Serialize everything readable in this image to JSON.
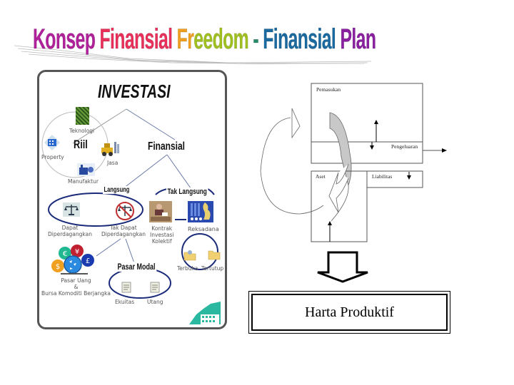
{
  "title": {
    "text": "Konsep Finansial Freedom - Finansial Plan",
    "segments": [
      {
        "text": "Konsep ",
        "color": "#b0209a"
      },
      {
        "text": "Finansial ",
        "color": "#e8305a"
      },
      {
        "text": "Fr",
        "color": "#f0a020"
      },
      {
        "text": "eedom ",
        "color": "#a0c020"
      },
      {
        "text": "- ",
        "color": "#2a8a6a"
      },
      {
        "text": "Finansial ",
        "color": "#1a6aa0"
      },
      {
        "text": "Plan",
        "color": "#8a20a0"
      }
    ]
  },
  "investasi": {
    "title": "INVESTASI",
    "riil": {
      "label": "Riil",
      "items": [
        "Teknologi",
        "Property",
        "Jasa",
        "Manufaktur"
      ]
    },
    "finansial": {
      "label": "Finansial",
      "langsung": {
        "label": "Langsung",
        "items": [
          "Dapat Diperdagangkan",
          "Tak Dapat Diperdagangkan"
        ]
      },
      "tak_langsung": {
        "label": "Tak Langsung",
        "items": [
          "Kontrak Investasi Kolektif",
          "Reksadana"
        ],
        "reksadana_types": [
          "Terbuka",
          "Tertutup"
        ]
      },
      "pasar_uang": {
        "label_line1": "Pasar Uang",
        "label_line2": "&",
        "label_line3": "Bursa Komoditi Berjangka"
      },
      "pasar_modal": {
        "label": "Pasar Modal",
        "items": [
          "Ekuitas",
          "Utang"
        ]
      }
    },
    "kontrak_lines": [
      "Kontrak",
      "Investasi",
      "Kolektif"
    ],
    "dapat_lines": [
      "Dapat",
      "Diperdagangkan"
    ],
    "tak_dapat_lines": [
      "Tak Dapat",
      "Diperdagangkan"
    ]
  },
  "cashflow": {
    "income_label": "Pemasukan",
    "expense_label": "Pengeluaran",
    "asset_label": "Aset",
    "liability_label": "Liabilitas"
  },
  "result": {
    "label": "Harta Produktif"
  },
  "colors": {
    "panel_border": "#555555",
    "diagram_line": "#6a7aa8",
    "loop_line": "#1a2a7a",
    "grey_fill": "#c8c8c8",
    "teal_accent": "#2ab8a0"
  }
}
